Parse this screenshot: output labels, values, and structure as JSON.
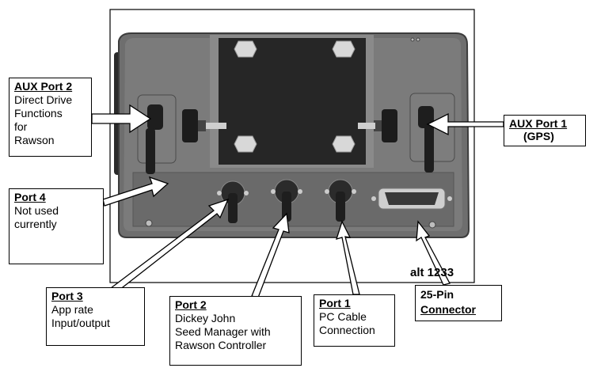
{
  "photo_id": "alt 1233",
  "labels": {
    "aux2": {
      "title": "AUX Port 2",
      "lines": [
        "Direct Drive",
        "Functions",
        "for",
        "Rawson"
      ]
    },
    "aux1": {
      "title": "AUX Port 1",
      "subtitle": "(GPS)"
    },
    "port4": {
      "title": "Port 4",
      "lines": [
        "Not used",
        "currently"
      ]
    },
    "port3": {
      "title": "Port 3",
      "lines": [
        "App rate",
        "Input/output"
      ]
    },
    "port2": {
      "title": "Port 2",
      "lines": [
        "Dickey John",
        "Seed Manager with",
        "Rawson Controller"
      ]
    },
    "port1": {
      "title": "Port 1",
      "lines": [
        "PC Cable",
        "Connection"
      ]
    },
    "pin25": {
      "title": "25-Pin",
      "title2": "Connector"
    }
  },
  "colors": {
    "device_body": "#6b6b6b",
    "device_dark": "#3a3a3a",
    "plate": "#2e2e2e",
    "frame": "#000000"
  }
}
